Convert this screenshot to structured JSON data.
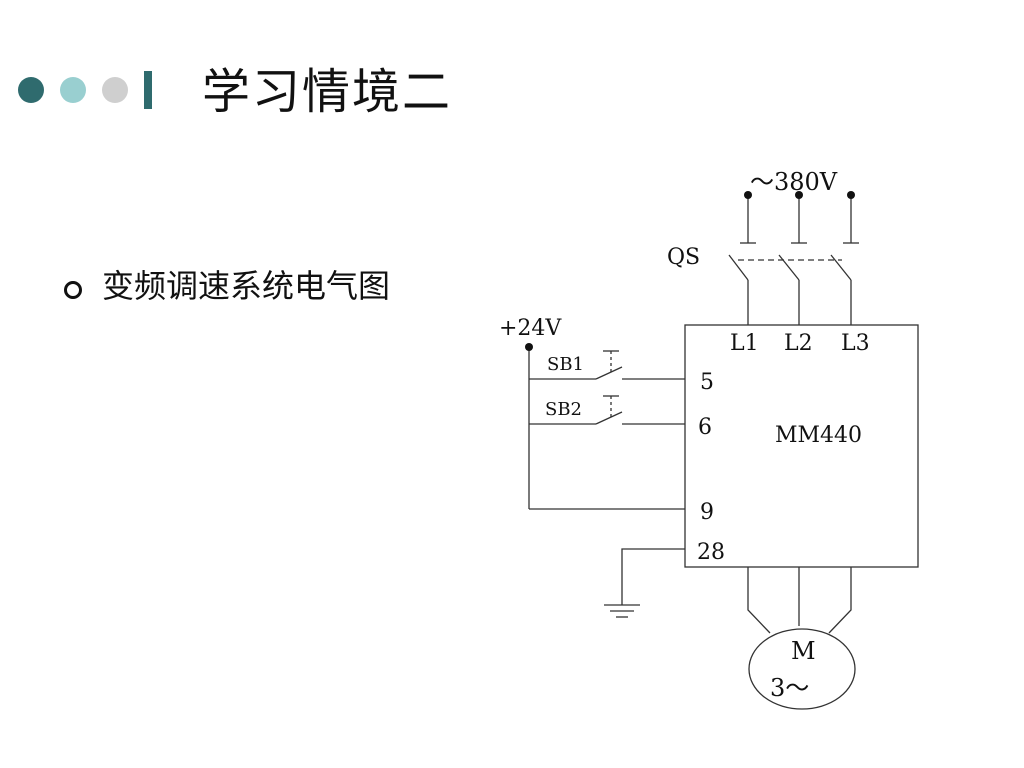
{
  "header": {
    "title": "学习情境二",
    "dot_colors": [
      "#2f6b6e",
      "#99cfd0",
      "#cfcfcf"
    ],
    "bar_color": "#2f6b6e"
  },
  "content": {
    "bullet_text": "变频调速系统电气图"
  },
  "diagram": {
    "supply_label": "～380V",
    "switch_label": "QS",
    "dc_label": "+24V",
    "sb1_label": "SB1",
    "sb2_label": "SB2",
    "l1": "L1",
    "l2": "L2",
    "l3": "L3",
    "device_label": "MM440",
    "terminal_5": "5",
    "terminal_6": "6",
    "terminal_9": "9",
    "terminal_28": "28",
    "motor_label_1": "M",
    "motor_label_2": "3～"
  }
}
